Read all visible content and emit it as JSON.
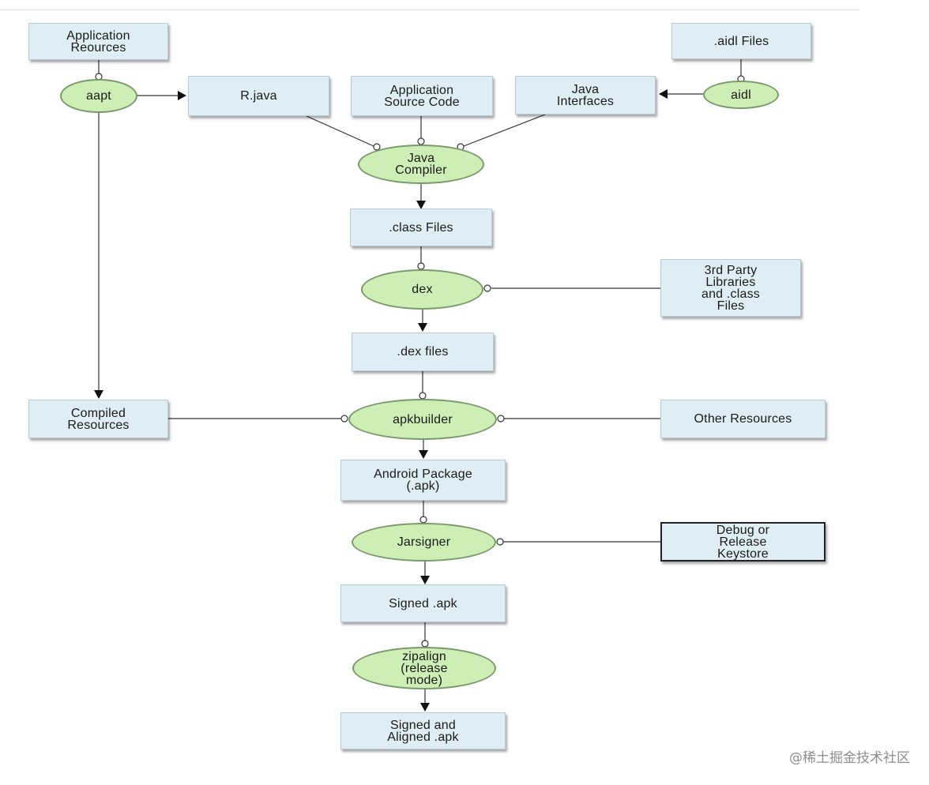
{
  "boxes": {
    "application_resources": "Application\nReources",
    "aidl_files": ".aidl Files",
    "r_java": "R.java",
    "application_source_code": "Application\nSource Code",
    "java_interfaces": "Java\nInterfaces",
    "class_files": ".class Files",
    "third_party_libraries": "3rd Party\nLibraries\nand .class\nFiles",
    "dex_files": ".dex files",
    "compiled_resources": "Compiled\nResources",
    "other_resources": "Other Resources",
    "android_package": "Android Package\n(.apk)",
    "debug_release_keystore": "Debug or\nRelease\nKeystore",
    "signed_apk": "Signed .apk",
    "signed_aligned_apk": "Signed and\nAligned .apk"
  },
  "tools": {
    "aapt": "aapt",
    "aidl": "aidl",
    "java_compiler": "Java\nCompiler",
    "dex": "dex",
    "apkbuilder": "apkbuilder",
    "jarsigner": "Jarsigner",
    "zipalign": "zipalign\n(release\nmode)"
  },
  "colors": {
    "box_fill": "#dfeef4",
    "tool_fill": "#cdeeb5",
    "line": "#333333"
  },
  "watermark": "@稀土掘金技术社区"
}
